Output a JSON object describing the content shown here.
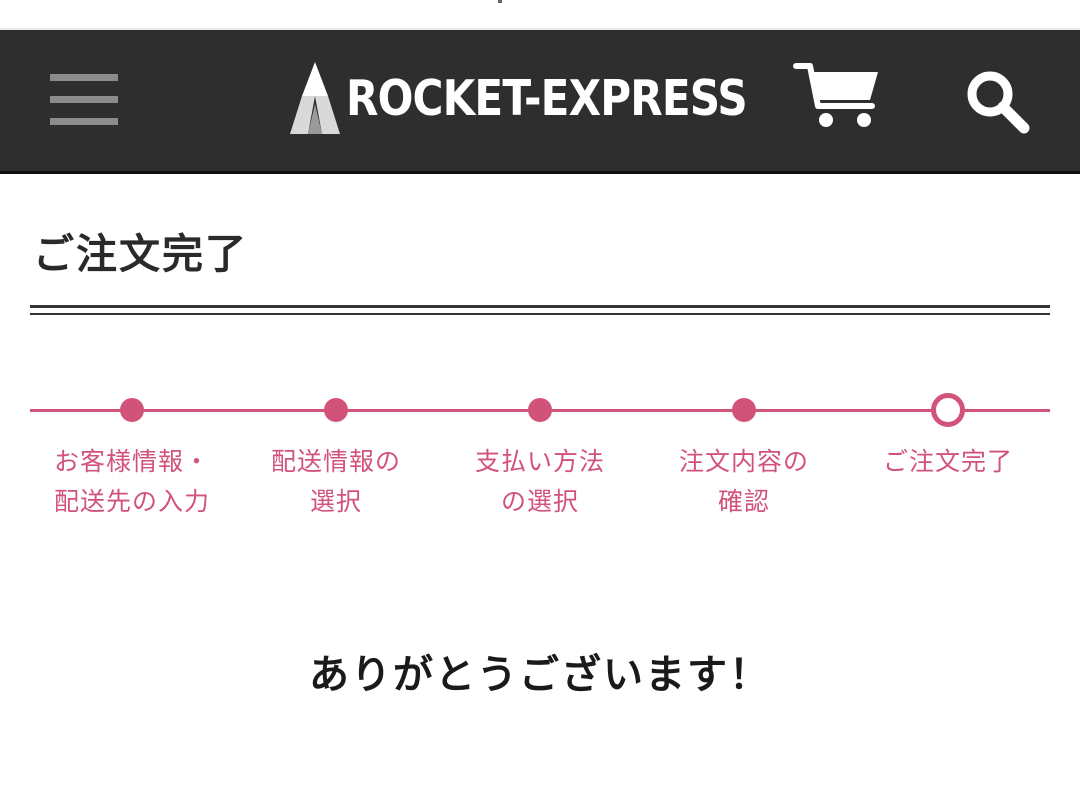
{
  "header": {
    "brand": "ROCKET-EXPRESS",
    "menu_icon": "hamburger-menu-icon",
    "logo_icon": "rocket-logo-icon",
    "cart_icon": "shopping-cart-icon",
    "search_icon": "search-icon",
    "background_color": "#2e2e2e"
  },
  "page": {
    "title": "ご注文完了"
  },
  "steps": [
    {
      "line1": "お客様情報・",
      "line2": "配送先の入力",
      "state": "done"
    },
    {
      "line1": "配送情報の",
      "line2": "選択",
      "state": "done"
    },
    {
      "line1": "支払い方法",
      "line2": "の選択",
      "state": "done"
    },
    {
      "line1": "注文内容の",
      "line2": "確認",
      "state": "done"
    },
    {
      "line1": "ご注文完了",
      "line2": "",
      "state": "current"
    }
  ],
  "accent_color": "#d2537a",
  "message": "ありがとうございます！"
}
